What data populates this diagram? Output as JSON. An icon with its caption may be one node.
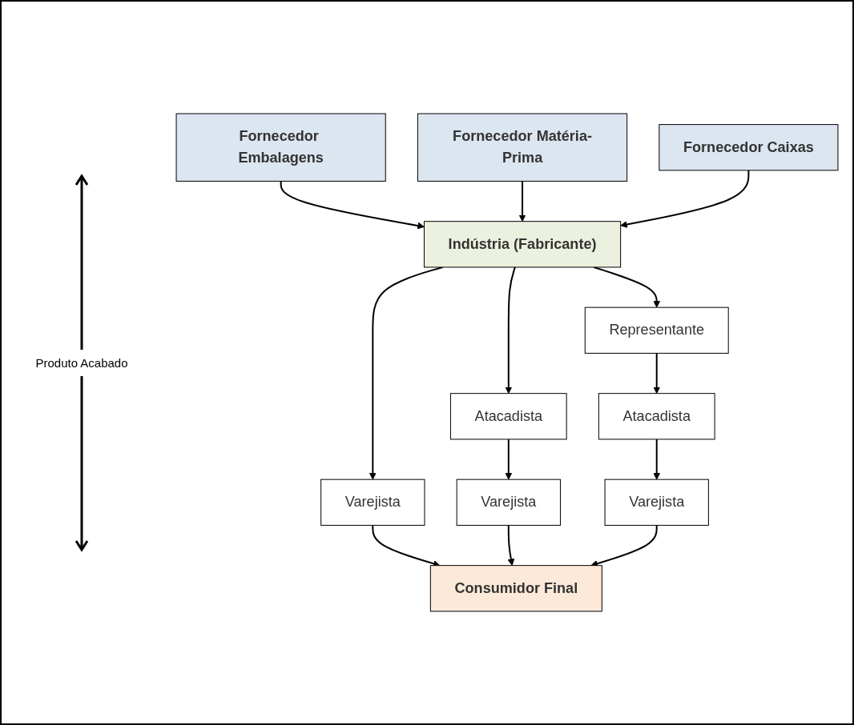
{
  "diagram": {
    "nodes": [
      {
        "text": [
          "Fornecedor Embalagens"
        ]
      },
      {
        "text": [
          "Fornecedor Matéria-Prima"
        ]
      },
      {
        "text": [
          "Fornecedor Caixas"
        ]
      },
      {
        "text": [
          "Indústria (Fabricante)"
        ]
      },
      {
        "text": [
          "Representante"
        ]
      },
      {
        "text": [
          "Atacadista"
        ]
      },
      {
        "text": [
          "Atacadista"
        ]
      },
      {
        "text": [
          "Varejista"
        ]
      },
      {
        "text": [
          "Varejista"
        ]
      },
      {
        "text": [
          "Varejista"
        ]
      },
      {
        "text": [
          "Consumidor Final"
        ]
      }
    ],
    "edges": [
      {
        "from": 0,
        "to": 3,
        "arrow": "to"
      },
      {
        "from": 1,
        "to": 3,
        "arrow": "to"
      },
      {
        "from": 2,
        "to": 3,
        "arrow": "to"
      },
      {
        "from": 3,
        "to": 7,
        "arrow": "to"
      },
      {
        "from": 3,
        "to": 5,
        "arrow": "to"
      },
      {
        "from": 3,
        "to": 4,
        "arrow": "to"
      },
      {
        "from": 4,
        "to": 6,
        "arrow": "to"
      },
      {
        "from": 5,
        "to": 8,
        "arrow": "to"
      },
      {
        "from": 6,
        "to": 9,
        "arrow": "to"
      },
      {
        "from": 7,
        "to": 10,
        "arrow": "to"
      },
      {
        "from": 8,
        "to": 10,
        "arrow": "to"
      },
      {
        "from": 9,
        "to": 10,
        "arrow": "to"
      }
    ],
    "labels": [
      "Produto Acabado"
    ]
  }
}
